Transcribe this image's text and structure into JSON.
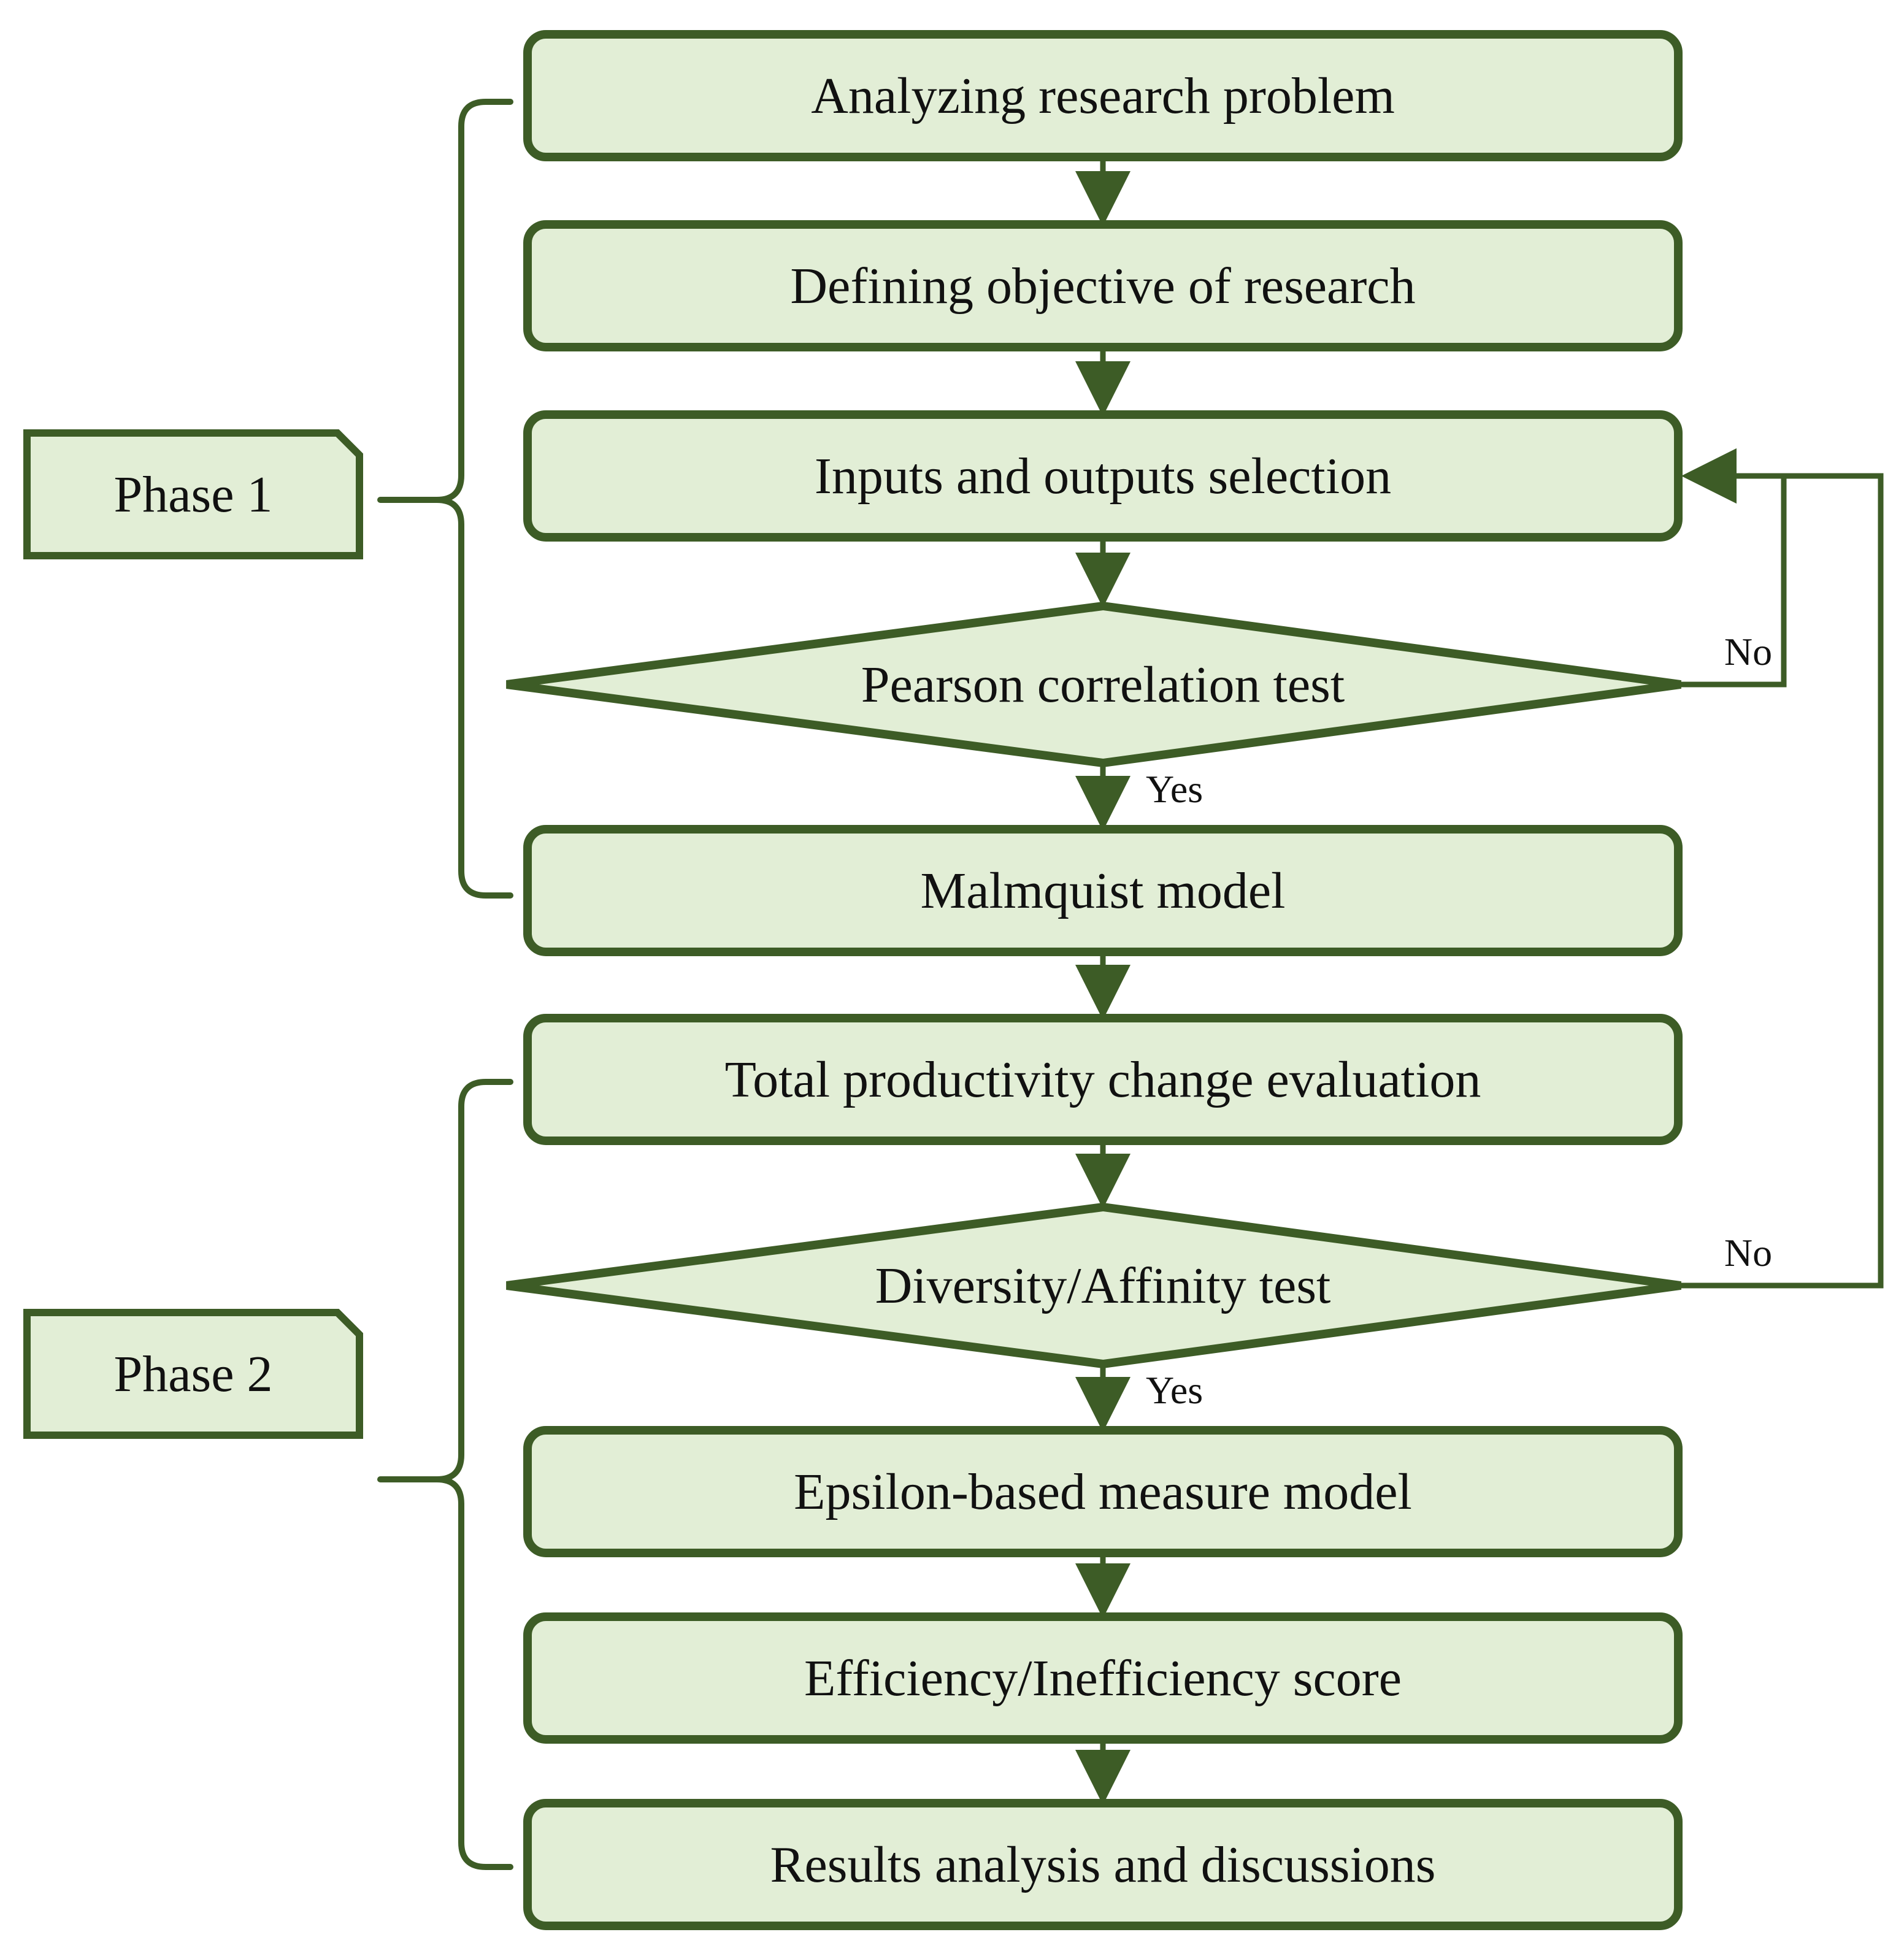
{
  "colors": {
    "fill": "#e2eed6",
    "stroke": "#3d5c26"
  },
  "phases": [
    {
      "id": "phase-1",
      "label": "Phase 1"
    },
    {
      "id": "phase-2",
      "label": "Phase 2"
    }
  ],
  "nodes": [
    {
      "id": "analyzing",
      "shape": "process",
      "label": "Analyzing research problem"
    },
    {
      "id": "defining",
      "shape": "process",
      "label": "Defining objective of research"
    },
    {
      "id": "inputs",
      "shape": "process",
      "label": "Inputs and outputs selection"
    },
    {
      "id": "pearson",
      "shape": "decision",
      "label": "Pearson correlation test"
    },
    {
      "id": "malmquist",
      "shape": "process",
      "label": "Malmquist model"
    },
    {
      "id": "total",
      "shape": "process",
      "label": "Total productivity change evaluation"
    },
    {
      "id": "diversity",
      "shape": "decision",
      "label": "Diversity/Affinity test"
    },
    {
      "id": "epsilon",
      "shape": "process",
      "label": "Epsilon-based measure model"
    },
    {
      "id": "efficiency",
      "shape": "process",
      "label": "Efficiency/Inefficiency score"
    },
    {
      "id": "results",
      "shape": "process",
      "label": "Results analysis and discussions"
    }
  ],
  "edges": [
    {
      "from": "analyzing",
      "to": "defining"
    },
    {
      "from": "defining",
      "to": "inputs"
    },
    {
      "from": "inputs",
      "to": "pearson"
    },
    {
      "from": "pearson",
      "to": "malmquist",
      "label": "Yes"
    },
    {
      "from": "pearson",
      "to": "inputs",
      "label": "No"
    },
    {
      "from": "malmquist",
      "to": "total"
    },
    {
      "from": "total",
      "to": "diversity"
    },
    {
      "from": "diversity",
      "to": "epsilon",
      "label": "Yes"
    },
    {
      "from": "diversity",
      "to": "inputs",
      "label": "No"
    },
    {
      "from": "epsilon",
      "to": "efficiency"
    },
    {
      "from": "efficiency",
      "to": "results"
    }
  ]
}
